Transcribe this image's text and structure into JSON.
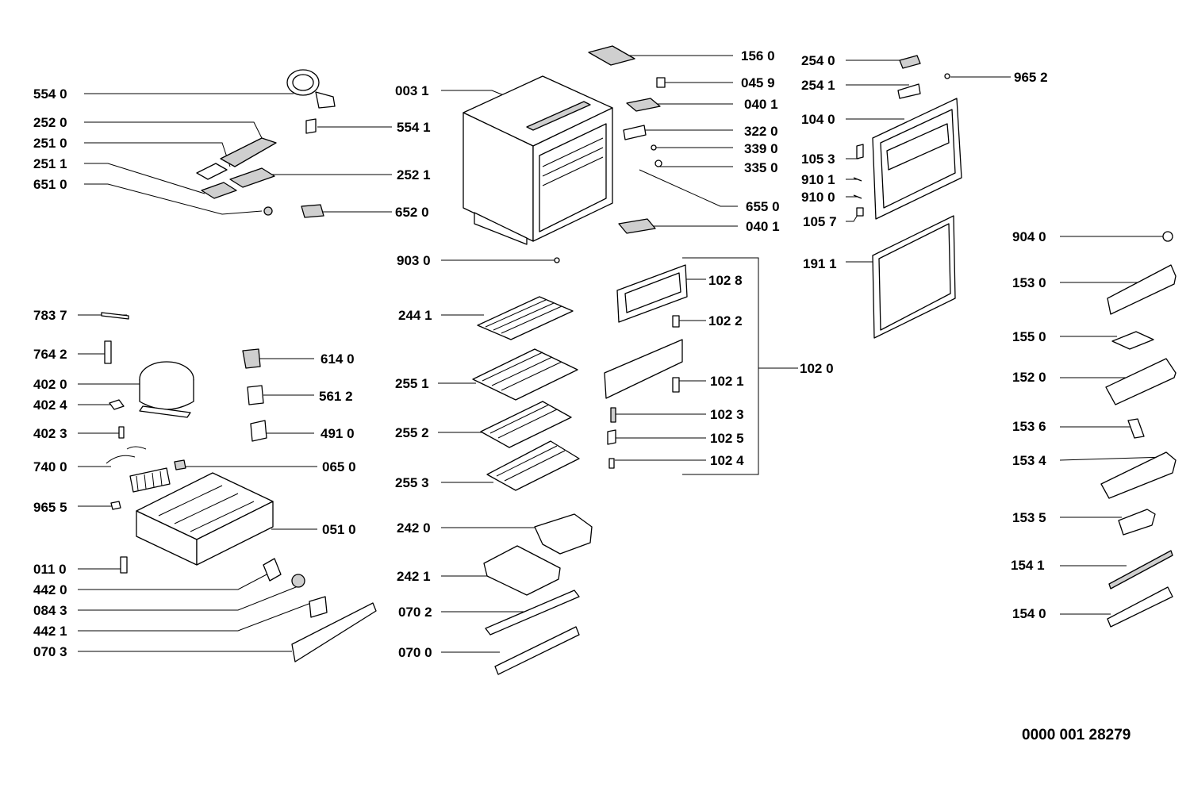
{
  "document_id": "0000 001 28279",
  "parts": [
    {
      "key": "p5540",
      "label": "554 0"
    },
    {
      "key": "p2520",
      "label": "252 0"
    },
    {
      "key": "p2510",
      "label": "251 0"
    },
    {
      "key": "p2511",
      "label": "251 1"
    },
    {
      "key": "p6510",
      "label": "651 0"
    },
    {
      "key": "p5541",
      "label": "554 1"
    },
    {
      "key": "p2521",
      "label": "252 1"
    },
    {
      "key": "p6520",
      "label": "652 0"
    },
    {
      "key": "p0031",
      "label": "003 1"
    },
    {
      "key": "p9030",
      "label": "903 0"
    },
    {
      "key": "p7837",
      "label": "783 7"
    },
    {
      "key": "p7642",
      "label": "764 2"
    },
    {
      "key": "p4020",
      "label": "402 0"
    },
    {
      "key": "p4024",
      "label": "402 4"
    },
    {
      "key": "p4023",
      "label": "402 3"
    },
    {
      "key": "p7400",
      "label": "740 0"
    },
    {
      "key": "p9655",
      "label": "965 5"
    },
    {
      "key": "p0110",
      "label": "011 0"
    },
    {
      "key": "p4420",
      "label": "442 0"
    },
    {
      "key": "p0843",
      "label": "084 3"
    },
    {
      "key": "p4421",
      "label": "442 1"
    },
    {
      "key": "p0703",
      "label": "070 3"
    },
    {
      "key": "p6140",
      "label": "614 0"
    },
    {
      "key": "p5612",
      "label": "561 2"
    },
    {
      "key": "p4910",
      "label": "491 0"
    },
    {
      "key": "p0650",
      "label": "065 0"
    },
    {
      "key": "p0510",
      "label": "051 0"
    },
    {
      "key": "p2441",
      "label": "244 1"
    },
    {
      "key": "p2551",
      "label": "255 1"
    },
    {
      "key": "p2552",
      "label": "255 2"
    },
    {
      "key": "p2553",
      "label": "255 3"
    },
    {
      "key": "p2420",
      "label": "242 0"
    },
    {
      "key": "p2421",
      "label": "242 1"
    },
    {
      "key": "p0702",
      "label": "070 2"
    },
    {
      "key": "p0700",
      "label": "070 0"
    },
    {
      "key": "p1560",
      "label": "156 0"
    },
    {
      "key": "p0459",
      "label": "045 9"
    },
    {
      "key": "p0401a",
      "label": "040 1"
    },
    {
      "key": "p3220",
      "label": "322 0"
    },
    {
      "key": "p3390",
      "label": "339 0"
    },
    {
      "key": "p3350",
      "label": "335 0"
    },
    {
      "key": "p6550",
      "label": "655 0"
    },
    {
      "key": "p0401b",
      "label": "040 1"
    },
    {
      "key": "p1028",
      "label": "102 8"
    },
    {
      "key": "p1022",
      "label": "102 2"
    },
    {
      "key": "p1020",
      "label": "102 0"
    },
    {
      "key": "p1021",
      "label": "102 1"
    },
    {
      "key": "p1023",
      "label": "102 3"
    },
    {
      "key": "p1025",
      "label": "102 5"
    },
    {
      "key": "p1024",
      "label": "102 4"
    },
    {
      "key": "p2540",
      "label": "254 0"
    },
    {
      "key": "p2541",
      "label": "254 1"
    },
    {
      "key": "p9652",
      "label": "965 2"
    },
    {
      "key": "p1040",
      "label": "104 0"
    },
    {
      "key": "p1053",
      "label": "105 3"
    },
    {
      "key": "p9101",
      "label": "910 1"
    },
    {
      "key": "p9100",
      "label": "910 0"
    },
    {
      "key": "p1057",
      "label": "105 7"
    },
    {
      "key": "p1911",
      "label": "191 1"
    },
    {
      "key": "p9040",
      "label": "904 0"
    },
    {
      "key": "p1530",
      "label": "153 0"
    },
    {
      "key": "p1550",
      "label": "155 0"
    },
    {
      "key": "p1520",
      "label": "152 0"
    },
    {
      "key": "p1536",
      "label": "153 6"
    },
    {
      "key": "p1534",
      "label": "153 4"
    },
    {
      "key": "p1535",
      "label": "153 5"
    },
    {
      "key": "p1541",
      "label": "154 1"
    },
    {
      "key": "p1540",
      "label": "154 0"
    }
  ]
}
